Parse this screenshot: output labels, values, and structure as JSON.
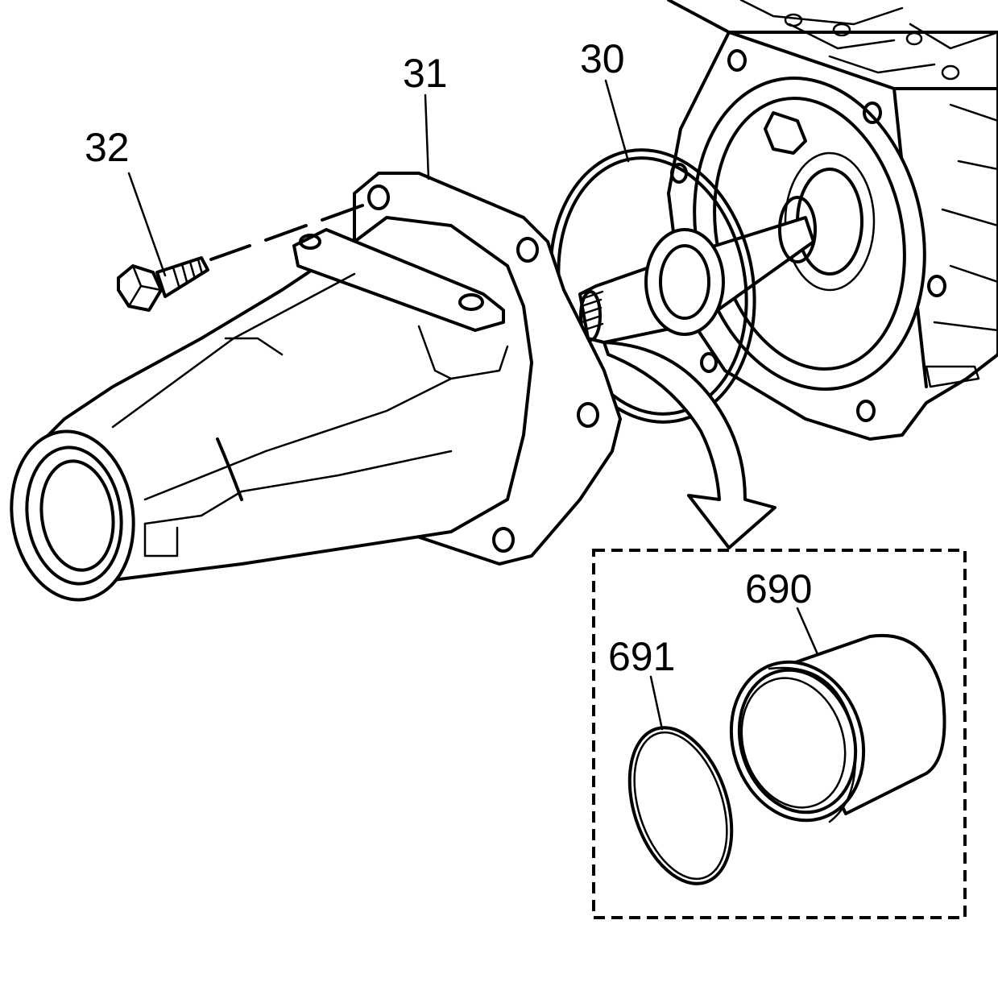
{
  "callouts": {
    "bolt": "32",
    "extension_housing": "31",
    "gasket": "30",
    "bushing": "690",
    "seal_ring": "691"
  }
}
